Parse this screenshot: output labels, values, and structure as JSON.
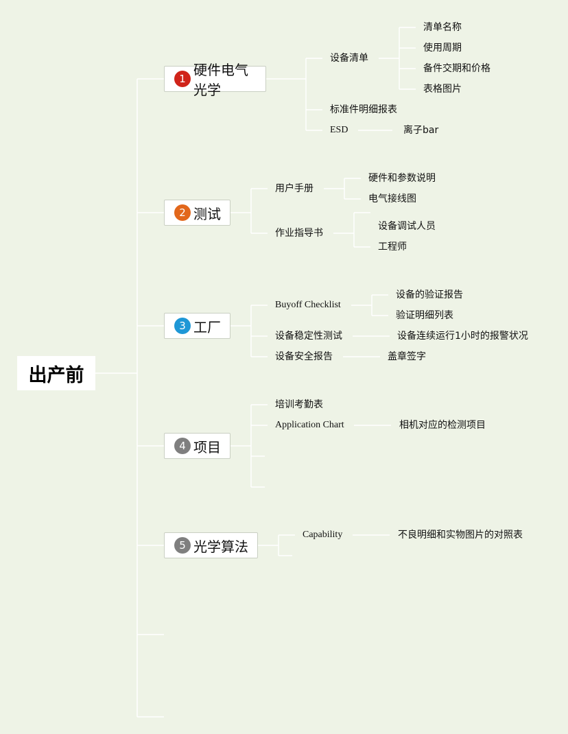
{
  "root": {
    "label": "出产前"
  },
  "branches": [
    {
      "number": "1",
      "label": "硬件电气光学",
      "badge_color": "#d0241a",
      "items": [
        {
          "label": "设备清单",
          "children": [
            "清单名称",
            "使用周期",
            "备件交期和价格",
            "表格图片"
          ]
        },
        {
          "label": "标准件明细报表"
        },
        {
          "label": "ESD",
          "children": [
            "离子bar"
          ]
        }
      ]
    },
    {
      "number": "2",
      "label": "测试",
      "badge_color": "#e2671b",
      "items": [
        {
          "label": "用户手册",
          "children": [
            "硬件和参数说明",
            "电气接线图"
          ]
        },
        {
          "label": "作业指导书",
          "children": [
            "设备调试人员",
            "工程师"
          ]
        }
      ]
    },
    {
      "number": "3",
      "label": "工厂",
      "badge_color": "#1e97d6",
      "items": [
        {
          "label": "Buyoff Checklist",
          "children": [
            "设备的验证报告",
            "验证明细列表"
          ]
        },
        {
          "label": "设备稳定性测试",
          "children": [
            "设备连续运行1小时的报警状况"
          ]
        },
        {
          "label": "设备安全报告",
          "children": [
            "盖章签字"
          ]
        }
      ]
    },
    {
      "number": "4",
      "label": "项目",
      "badge_color": "#7f7f7f",
      "items": [
        {
          "label": "培训考勤表"
        },
        {
          "label": "Application Chart",
          "children": [
            "相机对应的检测项目"
          ]
        }
      ]
    },
    {
      "number": "5",
      "label": "光学算法",
      "badge_color": "#7f7f7f",
      "items": [
        {
          "label": "Capability",
          "children": [
            "不良明细和实物图片的对照表"
          ]
        }
      ]
    }
  ],
  "colors": {
    "background": "#eef3e6",
    "connector": "#ffffff"
  }
}
